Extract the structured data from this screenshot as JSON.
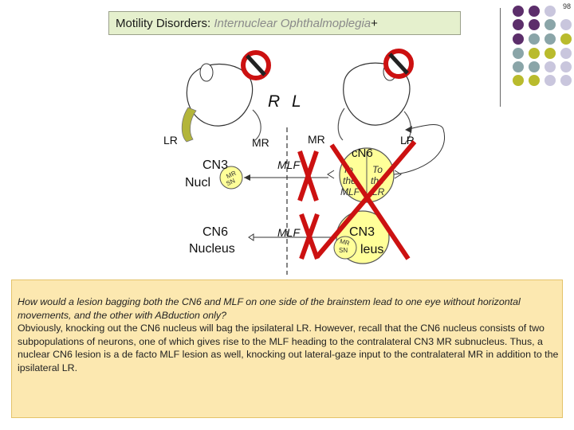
{
  "page_number": "98",
  "title": {
    "main": "Motility Disorders:",
    "accent": "Internuclear Ophthalmoplegia",
    "suffix": "+"
  },
  "diagram": {
    "side_right": "R",
    "side_left": "L",
    "lr_right": "LR",
    "mr_right": "MR",
    "mr_left": "MR",
    "lr_left": "LR",
    "cn3_right_line1": "CN3",
    "cn3_right_line2": "Nucl",
    "mr_sn_top": "MR",
    "mr_sn_bottom": "SN",
    "cn6_right_line1": "CN6",
    "cn6_right_line2": "Nucleus",
    "mlf_top": "MLF",
    "mlf_bottom": "MLF",
    "cn6_left_label": "cN6",
    "to_mlf_1": "To",
    "to_mlf_2": "the",
    "to_mlf_3": "MLF",
    "to_lr_1": "To",
    "to_lr_2": "the",
    "to_lr_3": "LR",
    "cn3_left_line1": "CN3",
    "cn3_left_line2": "leus",
    "mr_sn_left_top": "MR",
    "mr_sn_left_bottom": "SN"
  },
  "colors": {
    "lesion": "#cc1111",
    "lateral_rectus": "#b3b53a",
    "nucleus_fill": "#ffff99",
    "dot_purple": "#5c2e6b",
    "dot_teal": "#8aa5a8",
    "dot_olive": "#b9bb2d",
    "dot_lavender": "#c9c6dd"
  },
  "icons": [
    "no-sign-icon",
    "no-sign-icon"
  ],
  "text": {
    "question": "How would a lesion bagging both the CN6 and MLF on one side of the brainstem lead to one eye without horizontal movements, and the other with ABduction only?",
    "answer": "Obviously, knocking out the CN6 nucleus will bag the ipsilateral LR. However, recall that the CN6 nucleus consists of two subpopulations of neurons, one of which gives rise to the MLF heading to the contralateral CN3 MR subnucleus. Thus, a nuclear CN6 lesion is a de facto MLF lesion as well, knocking out lateral-gaze input to the contralateral MR in addition to the ipsilateral LR."
  }
}
